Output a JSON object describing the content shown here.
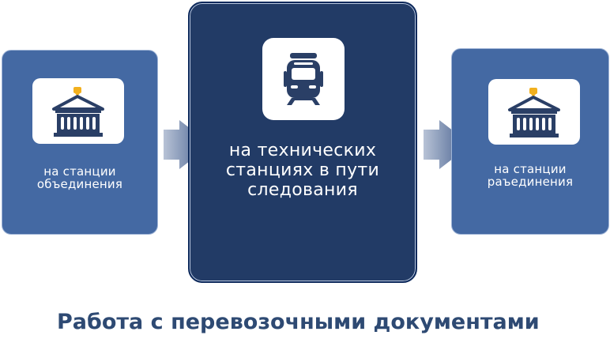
{
  "title": "Работа с перевозочными документами",
  "steps": [
    {
      "label": "на станции объединения",
      "icon": "station-building-icon"
    },
    {
      "label": "на технических станциях в пути следования",
      "icon": "train-icon"
    },
    {
      "label": "на станции раъединения",
      "icon": "station-building-icon"
    }
  ],
  "colors": {
    "side_card": "#4469a3",
    "center_card": "#223b66",
    "title": "#2e4a73",
    "icon_dark": "#2a3f66",
    "icon_accent": "#f2b01e"
  }
}
